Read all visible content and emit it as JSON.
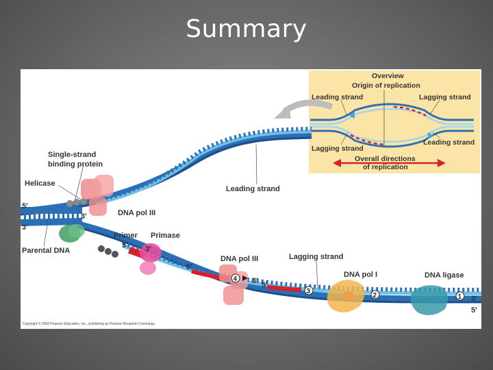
{
  "slide": {
    "title": "Summary"
  },
  "labels": {
    "single_strand": "Single-strand",
    "binding_protein": "binding protein",
    "helicase": "Helicase",
    "leading_strand": "Leading strand",
    "dna_pol_iii_top": "DNA pol III",
    "primer": "Primer",
    "primase": "Primase",
    "parental_dna": "Parental DNA",
    "dna_pol_iii_bottom": "DNA pol III",
    "lagging_strand": "Lagging strand",
    "dna_pol_i": "DNA pol I",
    "dna_ligase": "DNA ligase",
    "left_5": "5′",
    "left_3": "3′",
    "helicase_3": "3′",
    "primer_5": "5′",
    "primase_3": "3′",
    "okazaki_5": "5′",
    "pol_3": "3′",
    "pol_5": "5′",
    "right_3": "3′",
    "right_5": "5′"
  },
  "overview": {
    "title": "Overview",
    "origin": "Origin of replication",
    "leading_left": "Leading strand",
    "lagging_right": "Lagging strand",
    "lagging_left": "Lagging strand",
    "leading_right": "Leading strand",
    "directions_1": "Overall directions",
    "directions_2": "of replication"
  },
  "steps": [
    "1",
    "2",
    "3",
    "4"
  ],
  "copyright": "Copyright © 2008 Pearson Education, Inc., publishing as Pearson Benjamin Cummings.",
  "colors": {
    "dna_blue": "#2c6fb5",
    "dna_dark": "#1c4f8e",
    "dna_light": "#6fc0e6",
    "rna_red": "#d8202a",
    "helicase": "#f08c8c",
    "ssb": "#8a8a8a",
    "primase": "#e84d9d",
    "pol_i": "#f5b54c",
    "ligase": "#3a9aa8",
    "green_protein": "#4ba36a",
    "overview_bg": "#fbe5a6"
  }
}
